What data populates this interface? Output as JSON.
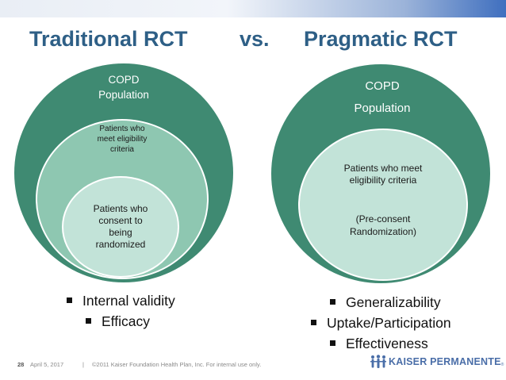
{
  "header": {
    "left_title": "Traditional RCT",
    "vs": "vs.",
    "right_title": "Pragmatic RCT"
  },
  "left_diagram": {
    "outer_label_line1": "COPD",
    "outer_label_line2": "Population",
    "middle_label_lines": [
      "Patients who",
      "meet eligibility",
      "criteria"
    ],
    "inner_label_lines": [
      "Patients who",
      "consent to",
      "being",
      "randomized"
    ]
  },
  "right_diagram": {
    "outer_label_line1": "COPD",
    "outer_label_line2": "Population",
    "inner_label_lines": [
      "Patients who meet",
      "eligibility criteria"
    ],
    "inner_note_lines": [
      "(Pre-consent",
      "Randomization)"
    ]
  },
  "left_bullets": [
    "Internal validity",
    "Efficacy"
  ],
  "right_bullets": [
    "Generalizability",
    "Uptake/Participation",
    "Effectiveness"
  ],
  "footer": {
    "slide_number": "28",
    "date": "April 5, 2017",
    "separator": "|",
    "copyright": "©2011 Kaiser Foundation Health Plan, Inc. For internal use only."
  },
  "logo": {
    "text": "KAISER PERMANENTE",
    "reg": "®"
  },
  "colors": {
    "outer_circle": "#3f8a72",
    "middle_circle": "#8ec7b1",
    "inner_circle": "#c2e3d8",
    "title": "#2e5f86",
    "logo": "#4a6ea8"
  }
}
